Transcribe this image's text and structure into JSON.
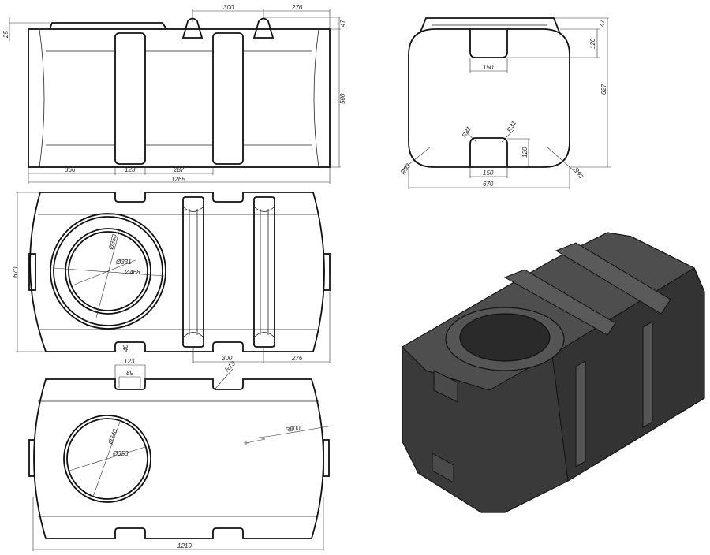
{
  "side_view": {
    "d_300": "300",
    "d_276": "276",
    "d_47": "47",
    "d_25": "25",
    "d_580": "580",
    "d_366": "366",
    "d_123": "123",
    "d_287": "287",
    "d_1265": "1265"
  },
  "end_view": {
    "d_47": "47",
    "d_120_top": "120",
    "d_627": "627",
    "d_150_top": "150",
    "r31_left": "R31",
    "r31_right": "R31",
    "d_120_bottom": "120",
    "d_150_bottom": "150",
    "r93_left": "R93",
    "r93_right": "R93",
    "d_670": "670"
  },
  "top_view": {
    "d_670": "670",
    "dia_350": "Ø350",
    "dia_331": "Ø331",
    "dia_468": "Ø468",
    "d_40": "40",
    "d_300": "300",
    "d_276": "276",
    "r13": "R13"
  },
  "bottom_view": {
    "d_123": "123",
    "d_89": "89",
    "dia_340": "Ø340",
    "dia_353": "Ø353",
    "r800": "R800",
    "d_1210": "1210"
  },
  "colors": {
    "line": "#111111",
    "render_dark": "#3a3a3a",
    "render_light": "#5a5a5a"
  }
}
